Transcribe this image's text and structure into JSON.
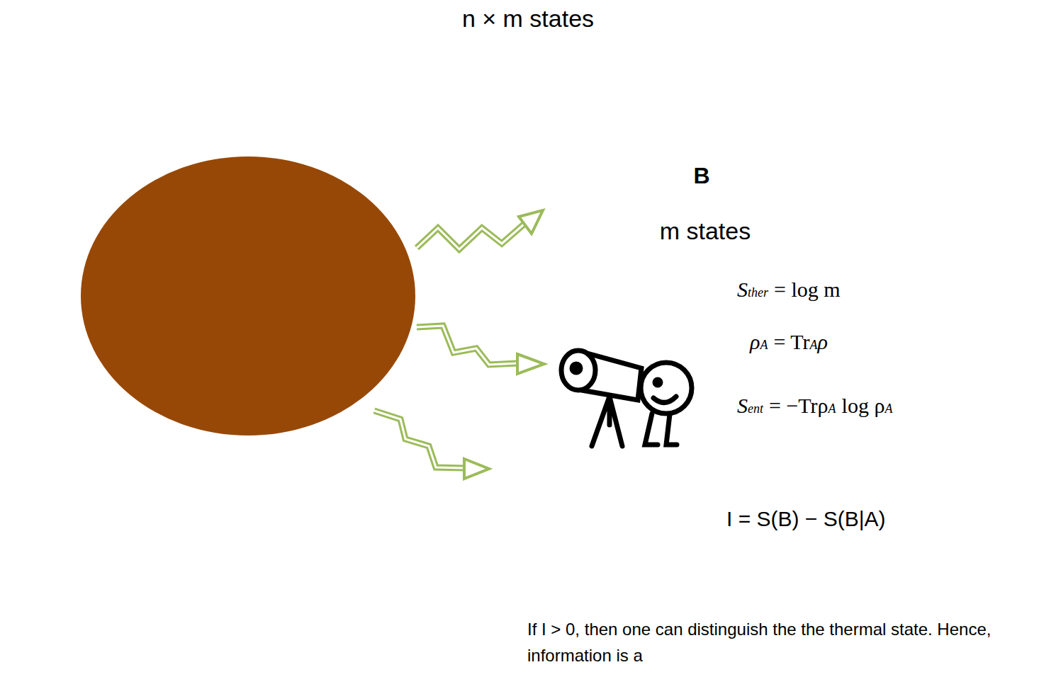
{
  "diagram": {
    "nodes": [
      {
        "text": [
          "n × m states",
          "B",
          "m states"
        ]
      },
      {
        "text": [
          "If I > 0, then one can distinguish the the thermal state. Hence, information is a"
        ],
        "in": 0
      }
    ],
    "labels": [
      "S",
      "ther",
      "= log m",
      "ρ",
      "A",
      "= Tr",
      "A",
      "ρ",
      "S",
      "ent",
      "= −Trρ",
      "A",
      "log ρ",
      "A",
      "I = S(B) − S(B|A)"
    ]
  }
}
